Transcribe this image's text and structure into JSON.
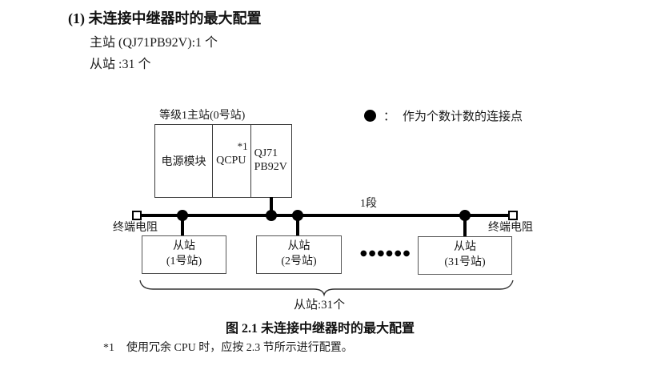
{
  "heading": {
    "title": "(1) 未连接中继器时的最大配置",
    "master_count": "主站 (QJ71PB92V):1 个",
    "slave_count": "从站 :31 个"
  },
  "diagram": {
    "master_label": "等级1主站(0号站)",
    "modules": {
      "power": "电源模块",
      "cpu": "QCPU",
      "cpu_note": "*1",
      "pb_line1": "QJ71",
      "pb_line2": "PB92V"
    },
    "legend": {
      "colon": "：",
      "text": "作为个数计数的连接点"
    },
    "segment_label": "1段",
    "terminator_left_label": "终端电阻",
    "terminator_right_label": "终端电阻",
    "slaves": [
      {
        "line1": "从站",
        "line2": "(1号站)"
      },
      {
        "line1": "从站",
        "line2": "(2号站)"
      },
      {
        "line1": "从站",
        "line2": "(31号站)"
      }
    ],
    "ellipsis": "●●●●●●",
    "brace_label": "从站:31个"
  },
  "caption": "图 2.1 未连接中继器时的最大配置",
  "footnote": {
    "marker": "*1",
    "text": "使用冗余 CPU 时，应按 2.3 节所示进行配置。"
  },
  "colors": {
    "text": "#1a1a1a",
    "line": "#000000",
    "master_box_border": "#3a3a3a",
    "slave_box_border": "#555555",
    "background": "#ffffff"
  }
}
